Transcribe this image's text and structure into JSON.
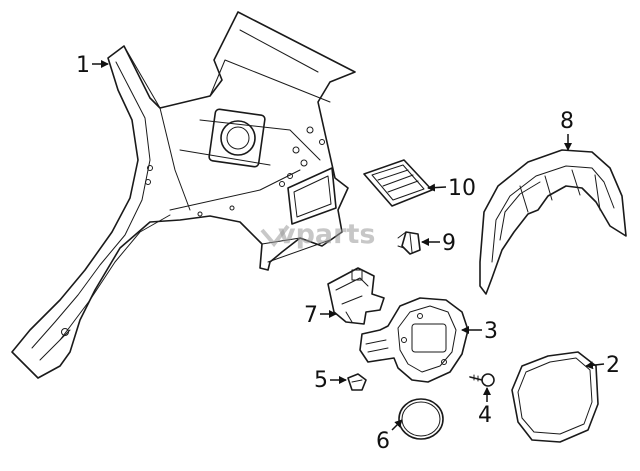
{
  "watermark": "vparts",
  "callouts": [
    {
      "id": "1",
      "label": "1"
    },
    {
      "id": "2",
      "label": "2"
    },
    {
      "id": "3",
      "label": "3"
    },
    {
      "id": "4",
      "label": "4"
    },
    {
      "id": "5",
      "label": "5"
    },
    {
      "id": "6",
      "label": "6"
    },
    {
      "id": "7",
      "label": "7"
    },
    {
      "id": "8",
      "label": "8"
    },
    {
      "id": "9",
      "label": "9"
    },
    {
      "id": "10",
      "label": "10"
    }
  ]
}
